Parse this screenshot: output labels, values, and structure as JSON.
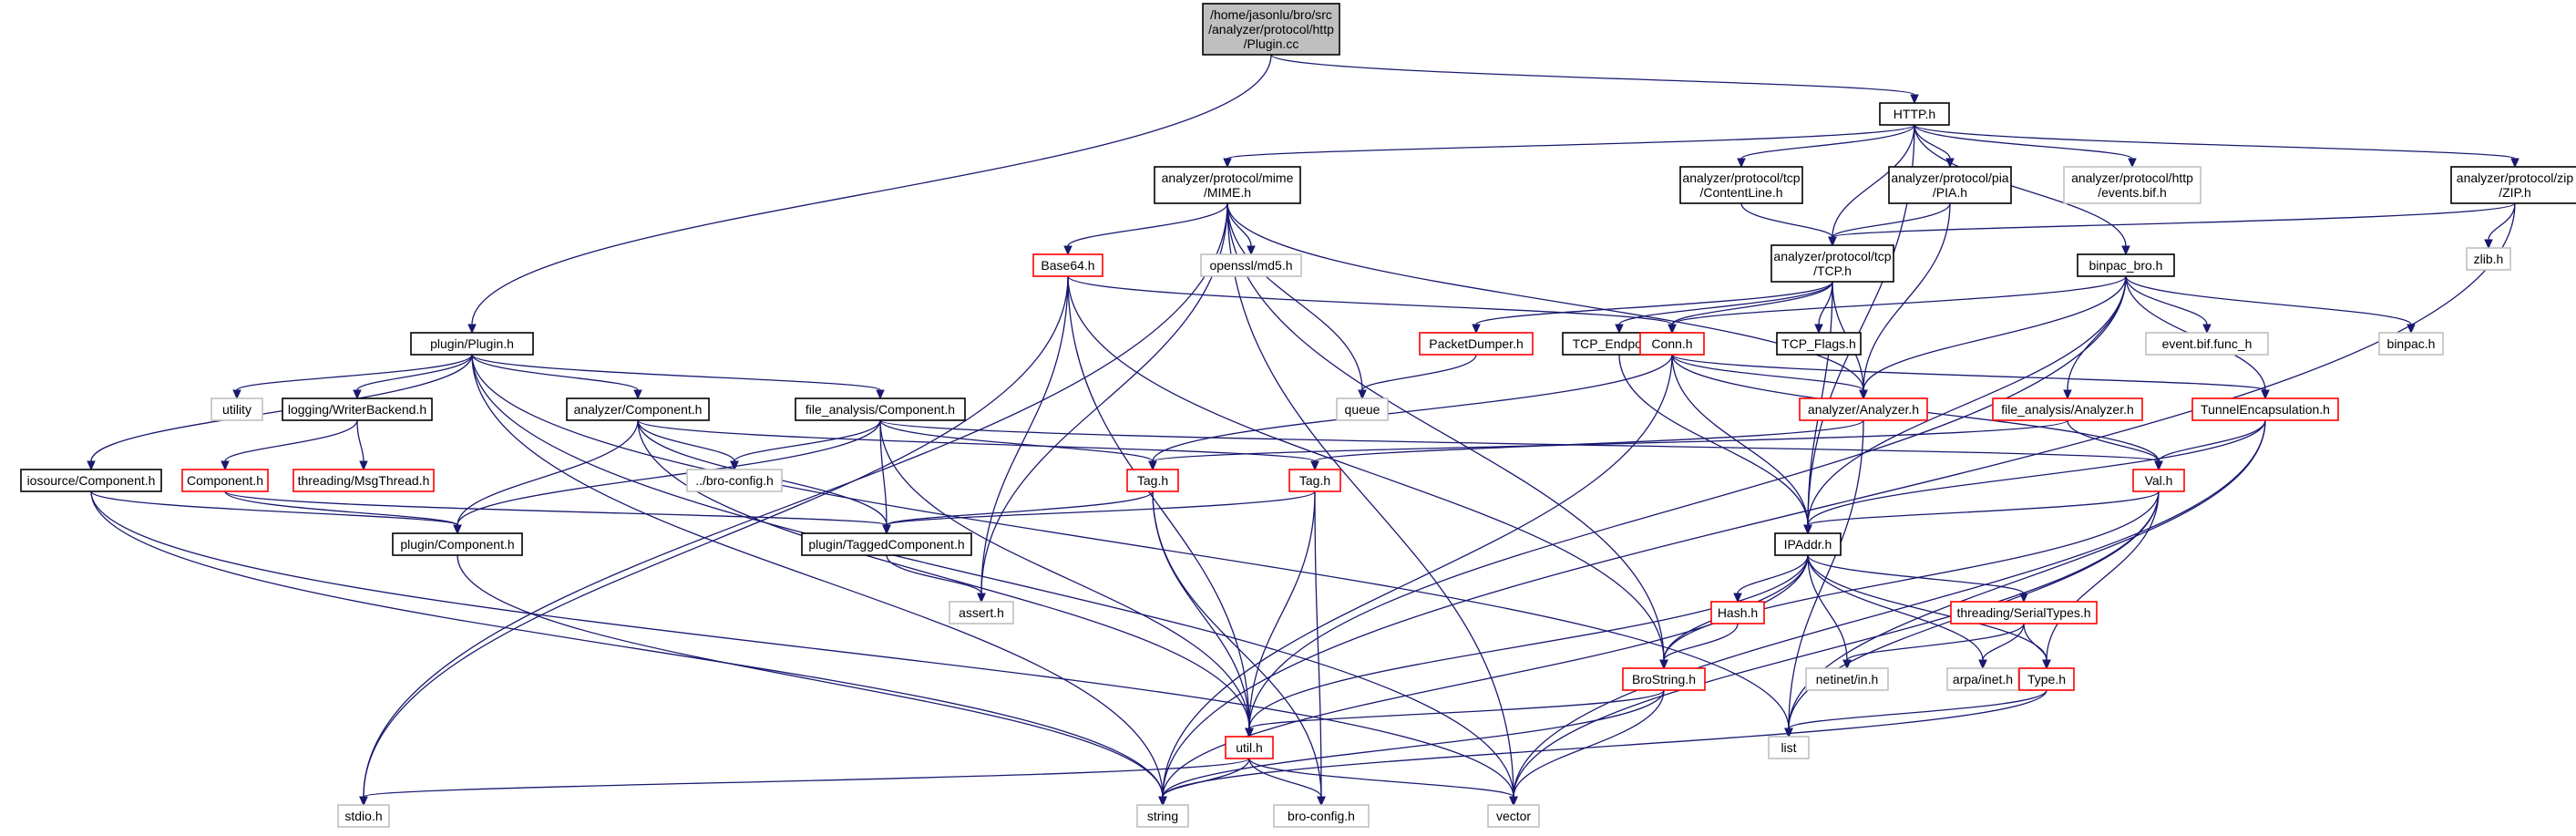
{
  "colors": {
    "edge": "#191970",
    "root_fill": "#bfbfbf",
    "root_stroke": "#000000",
    "local_stroke": "#000000",
    "truncated_stroke": "#ff0000",
    "system_stroke": "#bfbfbf"
  },
  "nodes": [
    {
      "id": "plugin_cc",
      "lines": [
        "/home/jasonlu/bro/src",
        "/analyzer/protocol/http",
        "/Plugin.cc"
      ],
      "kind": "root"
    },
    {
      "id": "http_h",
      "lines": [
        "HTTP.h"
      ],
      "kind": "local"
    },
    {
      "id": "mime_h",
      "lines": [
        "analyzer/protocol/mime",
        "/MIME.h"
      ],
      "kind": "local"
    },
    {
      "id": "contentline_h",
      "lines": [
        "analyzer/protocol/tcp",
        "/ContentLine.h"
      ],
      "kind": "local"
    },
    {
      "id": "pia_h",
      "lines": [
        "analyzer/protocol/pia",
        "/PIA.h"
      ],
      "kind": "local"
    },
    {
      "id": "events_bif_h",
      "lines": [
        "analyzer/protocol/http",
        "/events.bif.h"
      ],
      "kind": "system"
    },
    {
      "id": "zip_h",
      "lines": [
        "analyzer/protocol/zip",
        "/ZIP.h"
      ],
      "kind": "local"
    },
    {
      "id": "zlib_h",
      "lines": [
        "zlib.h"
      ],
      "kind": "system"
    },
    {
      "id": "base64_h",
      "lines": [
        "Base64.h"
      ],
      "kind": "truncated"
    },
    {
      "id": "md5_h",
      "lines": [
        "openssl/md5.h"
      ],
      "kind": "system"
    },
    {
      "id": "tcp_h",
      "lines": [
        "analyzer/protocol/tcp",
        "/TCP.h"
      ],
      "kind": "local"
    },
    {
      "id": "binpac_bro_h",
      "lines": [
        "binpac_bro.h"
      ],
      "kind": "local"
    },
    {
      "id": "plugin_h",
      "lines": [
        "plugin/Plugin.h"
      ],
      "kind": "local"
    },
    {
      "id": "packetdumper_h",
      "lines": [
        "PacketDumper.h"
      ],
      "kind": "truncated"
    },
    {
      "id": "tcp_endpoint_h",
      "lines": [
        "TCP_Endpoint.h"
      ],
      "kind": "local"
    },
    {
      "id": "conn_h",
      "lines": [
        "Conn.h"
      ],
      "kind": "truncated"
    },
    {
      "id": "tcp_flags_h",
      "lines": [
        "TCP_Flags.h"
      ],
      "kind": "local"
    },
    {
      "id": "event_bif_func_h",
      "lines": [
        "event.bif.func_h"
      ],
      "kind": "system"
    },
    {
      "id": "binpac_h",
      "lines": [
        "binpac.h"
      ],
      "kind": "system"
    },
    {
      "id": "utility",
      "lines": [
        "utility"
      ],
      "kind": "system"
    },
    {
      "id": "writerbackend_h",
      "lines": [
        "logging/WriterBackend.h"
      ],
      "kind": "local"
    },
    {
      "id": "an_component_h",
      "lines": [
        "analyzer/Component.h"
      ],
      "kind": "local"
    },
    {
      "id": "fa_component_h",
      "lines": [
        "file_analysis/Component.h"
      ],
      "kind": "local"
    },
    {
      "id": "queue",
      "lines": [
        "queue"
      ],
      "kind": "system"
    },
    {
      "id": "an_analyzer_h",
      "lines": [
        "analyzer/Analyzer.h"
      ],
      "kind": "truncated"
    },
    {
      "id": "fa_analyzer_h",
      "lines": [
        "file_analysis/Analyzer.h"
      ],
      "kind": "truncated"
    },
    {
      "id": "tunnelencap_h",
      "lines": [
        "TunnelEncapsulation.h"
      ],
      "kind": "truncated"
    },
    {
      "id": "ios_component_h",
      "lines": [
        "iosource/Component.h"
      ],
      "kind": "local"
    },
    {
      "id": "component_h",
      "lines": [
        "Component.h"
      ],
      "kind": "truncated"
    },
    {
      "id": "msgthread_h",
      "lines": [
        "threading/MsgThread.h"
      ],
      "kind": "truncated"
    },
    {
      "id": "bro_config_rel",
      "lines": [
        "../bro-config.h"
      ],
      "kind": "system"
    },
    {
      "id": "tag_h_a",
      "lines": [
        "Tag.h"
      ],
      "kind": "truncated"
    },
    {
      "id": "tag_h_b",
      "lines": [
        "Tag.h"
      ],
      "kind": "truncated"
    },
    {
      "id": "val_h",
      "lines": [
        "Val.h"
      ],
      "kind": "truncated"
    },
    {
      "id": "plugin_component_h",
      "lines": [
        "plugin/Component.h"
      ],
      "kind": "local"
    },
    {
      "id": "tagged_component_h",
      "lines": [
        "plugin/TaggedComponent.h"
      ],
      "kind": "local"
    },
    {
      "id": "ipaddr_h",
      "lines": [
        "IPAddr.h"
      ],
      "kind": "local"
    },
    {
      "id": "assert_h",
      "lines": [
        "assert.h"
      ],
      "kind": "system"
    },
    {
      "id": "hash_h",
      "lines": [
        "Hash.h"
      ],
      "kind": "truncated"
    },
    {
      "id": "serialtypes_h",
      "lines": [
        "threading/SerialTypes.h"
      ],
      "kind": "truncated"
    },
    {
      "id": "brostring_h",
      "lines": [
        "BroString.h"
      ],
      "kind": "truncated"
    },
    {
      "id": "netinet_in_h",
      "lines": [
        "netinet/in.h"
      ],
      "kind": "system"
    },
    {
      "id": "arpa_inet_h",
      "lines": [
        "arpa/inet.h"
      ],
      "kind": "system"
    },
    {
      "id": "type_h",
      "lines": [
        "Type.h"
      ],
      "kind": "truncated"
    },
    {
      "id": "util_h",
      "lines": [
        "util.h"
      ],
      "kind": "truncated"
    },
    {
      "id": "list",
      "lines": [
        "list"
      ],
      "kind": "system"
    },
    {
      "id": "stdio_h",
      "lines": [
        "stdio.h"
      ],
      "kind": "system"
    },
    {
      "id": "string",
      "lines": [
        "string"
      ],
      "kind": "system"
    },
    {
      "id": "bro_config_h",
      "lines": [
        "bro-config.h"
      ],
      "kind": "system"
    },
    {
      "id": "vector",
      "lines": [
        "vector"
      ],
      "kind": "system"
    }
  ],
  "edges": [
    [
      "plugin_cc",
      "http_h"
    ],
    [
      "plugin_cc",
      "plugin_h"
    ],
    [
      "http_h",
      "mime_h"
    ],
    [
      "http_h",
      "contentline_h"
    ],
    [
      "http_h",
      "pia_h"
    ],
    [
      "http_h",
      "events_bif_h"
    ],
    [
      "http_h",
      "zip_h"
    ],
    [
      "http_h",
      "tcp_h"
    ],
    [
      "http_h",
      "binpac_bro_h"
    ],
    [
      "http_h",
      "ipaddr_h"
    ],
    [
      "mime_h",
      "base64_h"
    ],
    [
      "mime_h",
      "md5_h"
    ],
    [
      "mime_h",
      "queue"
    ],
    [
      "mime_h",
      "an_analyzer_h"
    ],
    [
      "mime_h",
      "stdio_h"
    ],
    [
      "mime_h",
      "assert_h"
    ],
    [
      "mime_h",
      "brostring_h"
    ],
    [
      "mime_h",
      "vector"
    ],
    [
      "contentline_h",
      "tcp_h"
    ],
    [
      "pia_h",
      "tcp_h"
    ],
    [
      "pia_h",
      "an_analyzer_h"
    ],
    [
      "zip_h",
      "tcp_h"
    ],
    [
      "zip_h",
      "zlib_h"
    ],
    [
      "zip_h",
      "string"
    ],
    [
      "base64_h",
      "conn_h"
    ],
    [
      "base64_h",
      "assert_h"
    ],
    [
      "base64_h",
      "util_h"
    ],
    [
      "base64_h",
      "brostring_h"
    ],
    [
      "base64_h",
      "stdio_h"
    ],
    [
      "tcp_h",
      "packetdumper_h"
    ],
    [
      "tcp_h",
      "tcp_endpoint_h"
    ],
    [
      "tcp_h",
      "conn_h"
    ],
    [
      "tcp_h",
      "tcp_flags_h"
    ],
    [
      "tcp_h",
      "an_analyzer_h"
    ],
    [
      "tcp_h",
      "ipaddr_h"
    ],
    [
      "binpac_bro_h",
      "conn_h"
    ],
    [
      "binpac_bro_h",
      "event_bif_func_h"
    ],
    [
      "binpac_bro_h",
      "binpac_h"
    ],
    [
      "binpac_bro_h",
      "an_analyzer_h"
    ],
    [
      "binpac_bro_h",
      "fa_analyzer_h"
    ],
    [
      "binpac_bro_h",
      "tunnelencap_h"
    ],
    [
      "binpac_bro_h",
      "ipaddr_h"
    ],
    [
      "binpac_bro_h",
      "util_h"
    ],
    [
      "plugin_h",
      "utility"
    ],
    [
      "plugin_h",
      "writerbackend_h"
    ],
    [
      "plugin_h",
      "an_component_h"
    ],
    [
      "plugin_h",
      "fa_component_h"
    ],
    [
      "plugin_h",
      "ios_component_h"
    ],
    [
      "plugin_h",
      "list"
    ],
    [
      "plugin_h",
      "string"
    ],
    [
      "plugin_h",
      "vector"
    ],
    [
      "packetdumper_h",
      "queue"
    ],
    [
      "tcp_endpoint_h",
      "ipaddr_h"
    ],
    [
      "conn_h",
      "an_analyzer_h"
    ],
    [
      "conn_h",
      "tag_h_a"
    ],
    [
      "conn_h",
      "tunnelencap_h"
    ],
    [
      "conn_h",
      "val_h"
    ],
    [
      "conn_h",
      "ipaddr_h"
    ],
    [
      "conn_h",
      "string"
    ],
    [
      "writerbackend_h",
      "component_h"
    ],
    [
      "writerbackend_h",
      "msgthread_h"
    ],
    [
      "an_component_h",
      "tag_h_b"
    ],
    [
      "an_component_h",
      "bro_config_rel"
    ],
    [
      "an_component_h",
      "plugin_component_h"
    ],
    [
      "an_component_h",
      "tagged_component_h"
    ],
    [
      "an_component_h",
      "util_h"
    ],
    [
      "fa_component_h",
      "tag_h_a"
    ],
    [
      "fa_component_h",
      "bro_config_rel"
    ],
    [
      "fa_component_h",
      "plugin_component_h"
    ],
    [
      "fa_component_h",
      "tagged_component_h"
    ],
    [
      "fa_component_h",
      "util_h"
    ],
    [
      "fa_component_h",
      "val_h"
    ],
    [
      "an_analyzer_h",
      "tag_h_b"
    ],
    [
      "an_analyzer_h",
      "list"
    ],
    [
      "fa_analyzer_h",
      "tag_h_a"
    ],
    [
      "fa_analyzer_h",
      "val_h"
    ],
    [
      "tunnelencap_h",
      "ipaddr_h"
    ],
    [
      "tunnelencap_h",
      "val_h"
    ],
    [
      "tunnelencap_h",
      "list"
    ],
    [
      "tunnelencap_h",
      "vector"
    ],
    [
      "ios_component_h",
      "plugin_component_h"
    ],
    [
      "ios_component_h",
      "string"
    ],
    [
      "ios_component_h",
      "vector"
    ],
    [
      "component_h",
      "tagged_component_h"
    ],
    [
      "component_h",
      "plugin_component_h"
    ],
    [
      "tag_h_a",
      "tagged_component_h"
    ],
    [
      "tag_h_a",
      "util_h"
    ],
    [
      "tag_h_a",
      "bro_config_h"
    ],
    [
      "tag_h_b",
      "tagged_component_h"
    ],
    [
      "tag_h_b",
      "util_h"
    ],
    [
      "tag_h_b",
      "bro_config_h"
    ],
    [
      "val_h",
      "ipaddr_h"
    ],
    [
      "val_h",
      "type_h"
    ],
    [
      "val_h",
      "brostring_h"
    ],
    [
      "val_h",
      "list"
    ],
    [
      "val_h",
      "vector"
    ],
    [
      "plugin_component_h",
      "string"
    ],
    [
      "tagged_component_h",
      "assert_h"
    ],
    [
      "ipaddr_h",
      "hash_h"
    ],
    [
      "ipaddr_h",
      "serialtypes_h"
    ],
    [
      "ipaddr_h",
      "brostring_h"
    ],
    [
      "ipaddr_h",
      "netinet_in_h"
    ],
    [
      "ipaddr_h",
      "arpa_inet_h"
    ],
    [
      "ipaddr_h",
      "type_h"
    ],
    [
      "ipaddr_h",
      "util_h"
    ],
    [
      "ipaddr_h",
      "string"
    ],
    [
      "hash_h",
      "brostring_h"
    ],
    [
      "serialtypes_h",
      "netinet_in_h"
    ],
    [
      "serialtypes_h",
      "arpa_inet_h"
    ],
    [
      "serialtypes_h",
      "type_h"
    ],
    [
      "brostring_h",
      "util_h"
    ],
    [
      "brostring_h",
      "vector"
    ],
    [
      "brostring_h",
      "string"
    ],
    [
      "type_h",
      "list"
    ],
    [
      "type_h",
      "string"
    ],
    [
      "util_h",
      "stdio_h"
    ],
    [
      "util_h",
      "string"
    ],
    [
      "util_h",
      "bro_config_h"
    ],
    [
      "util_h",
      "vector"
    ]
  ]
}
